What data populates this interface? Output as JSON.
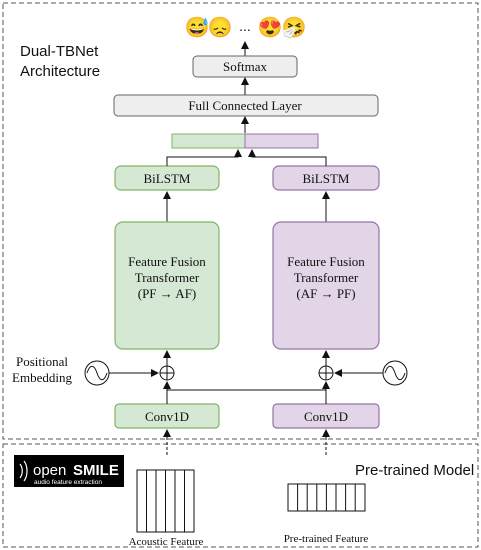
{
  "title": {
    "line1": "Dual-TBNet",
    "line2": "Architecture"
  },
  "output": {
    "emojis": [
      "😅",
      "😞",
      "...",
      "😍",
      "🤧"
    ],
    "softmax": "Softmax",
    "fc": "Full Connected Layer"
  },
  "left_branch": {
    "bilstm": "BiLSTM",
    "transformer": [
      "Feature Fusion",
      "Transformer",
      "(PF → AF)"
    ],
    "conv": "Conv1D",
    "color_fill": "#d5e8d4",
    "color_stroke": "#82b366"
  },
  "right_branch": {
    "bilstm": "BiLSTM",
    "transformer": [
      "Feature Fusion",
      "Transformer",
      "(AF → PF)"
    ],
    "conv": "Conv1D",
    "color_fill": "#e1d5e7",
    "color_stroke": "#9673a6"
  },
  "positional": {
    "line1": "Positional",
    "line2": "Embedding"
  },
  "pretrained_section": {
    "label": "Pre-trained Model",
    "opensmile_brand_1": "open",
    "opensmile_brand_2": "SMILE",
    "opensmile_sub": "audio feature extraction",
    "acoustic_feature": "Acoustic Feature",
    "pretrained_feature": "Pre-trained Feature"
  }
}
